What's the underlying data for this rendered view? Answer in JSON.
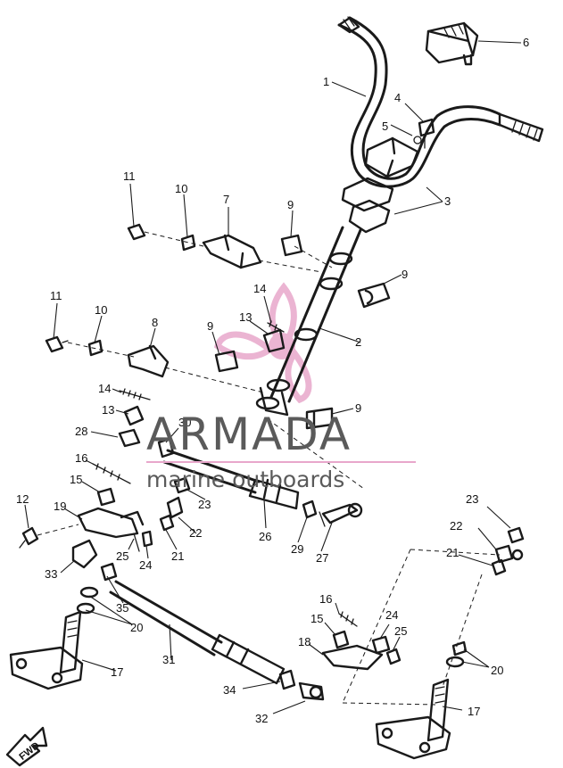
{
  "watermark": {
    "brand": "ARMADA",
    "tagline": "marine outboards",
    "pink": "#e8a7cb",
    "grey": "#5a5a5a"
  },
  "fwd_label": "FWD",
  "callouts": [
    {
      "id": "c1",
      "text": "1"
    },
    {
      "id": "c2",
      "text": "2"
    },
    {
      "id": "c3",
      "text": "3"
    },
    {
      "id": "c4",
      "text": "4"
    },
    {
      "id": "c5",
      "text": "5"
    },
    {
      "id": "c6",
      "text": "6"
    },
    {
      "id": "c7",
      "text": "7"
    },
    {
      "id": "c8",
      "text": "8"
    },
    {
      "id": "c9a",
      "text": "9"
    },
    {
      "id": "c9b",
      "text": "9"
    },
    {
      "id": "c9c",
      "text": "9"
    },
    {
      "id": "c9d",
      "text": "9"
    },
    {
      "id": "c10a",
      "text": "10"
    },
    {
      "id": "c10b",
      "text": "10"
    },
    {
      "id": "c11a",
      "text": "11"
    },
    {
      "id": "c11b",
      "text": "11"
    },
    {
      "id": "c12",
      "text": "12"
    },
    {
      "id": "c13a",
      "text": "13"
    },
    {
      "id": "c13b",
      "text": "13"
    },
    {
      "id": "c14a",
      "text": "14"
    },
    {
      "id": "c14b",
      "text": "14"
    },
    {
      "id": "c15a",
      "text": "15"
    },
    {
      "id": "c15b",
      "text": "15"
    },
    {
      "id": "c16a",
      "text": "16"
    },
    {
      "id": "c16b",
      "text": "16"
    },
    {
      "id": "c17a",
      "text": "17"
    },
    {
      "id": "c17b",
      "text": "17"
    },
    {
      "id": "c18",
      "text": "18"
    },
    {
      "id": "c19",
      "text": "19"
    },
    {
      "id": "c20a",
      "text": "20"
    },
    {
      "id": "c20b",
      "text": "20"
    },
    {
      "id": "c21a",
      "text": "21"
    },
    {
      "id": "c21b",
      "text": "21"
    },
    {
      "id": "c22a",
      "text": "22"
    },
    {
      "id": "c22b",
      "text": "22"
    },
    {
      "id": "c23a",
      "text": "23"
    },
    {
      "id": "c23b",
      "text": "23"
    },
    {
      "id": "c24a",
      "text": "24"
    },
    {
      "id": "c24b",
      "text": "24"
    },
    {
      "id": "c25a",
      "text": "25"
    },
    {
      "id": "c25b",
      "text": "25"
    },
    {
      "id": "c26",
      "text": "26"
    },
    {
      "id": "c27",
      "text": "27"
    },
    {
      "id": "c28",
      "text": "28"
    },
    {
      "id": "c29",
      "text": "29"
    },
    {
      "id": "c30",
      "text": "30"
    },
    {
      "id": "c31",
      "text": "31"
    },
    {
      "id": "c32",
      "text": "32"
    },
    {
      "id": "c33",
      "text": "33"
    },
    {
      "id": "c34",
      "text": "34"
    },
    {
      "id": "c35",
      "text": "35"
    }
  ]
}
